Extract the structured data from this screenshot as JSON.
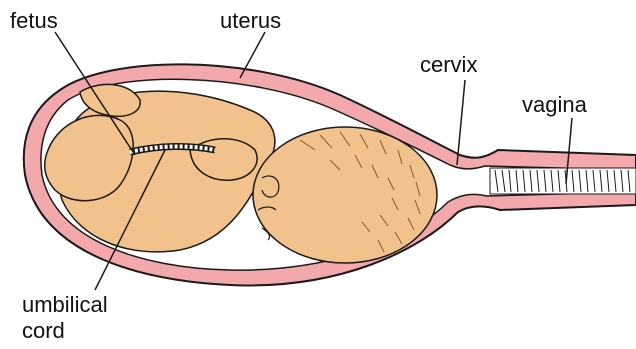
{
  "diagram": {
    "labels": {
      "fetus": "fetus",
      "uterus": "uterus",
      "cervix": "cervix",
      "vagina": "vagina",
      "umbilical_line1": "umbilical",
      "umbilical_line2": "cord"
    },
    "colors": {
      "uterus_wall": "#f3a8ac",
      "outline": "#1a1a1a",
      "fetus_skin": "#f2c28c",
      "fetus_shadow": "#e0a56a",
      "cord": "#ffffff",
      "background": "#ffffff"
    }
  }
}
